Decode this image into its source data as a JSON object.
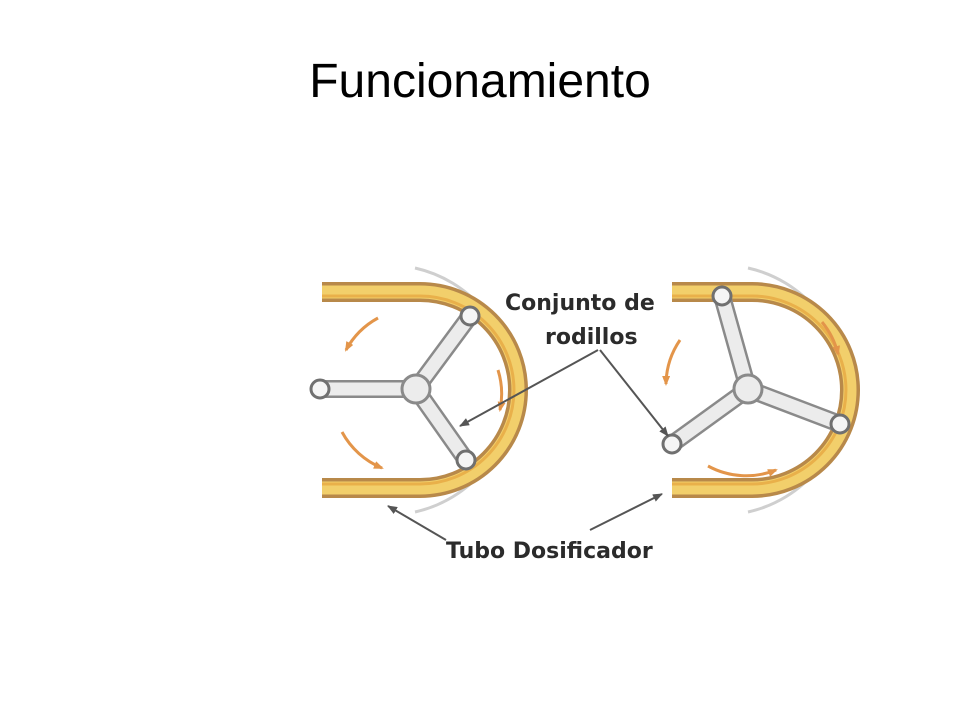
{
  "slide": {
    "title": "Funcionamiento"
  },
  "diagram": {
    "labels": {
      "rollers_line1": "Conjunto de",
      "rollers_line2": "rodillos",
      "tube": "Tubo Dosificador"
    },
    "colors": {
      "tube_outer": "#b8894a",
      "tube_fill": "#f2cf6b",
      "tube_inner": "#e9b04a",
      "housing": "#c9c9c9",
      "rotor": "#d9d9d9",
      "rotor_edge": "#8a8a8a",
      "roller": "#707070",
      "flow_arrow": "#e3954a",
      "pointer": "#555555"
    }
  }
}
